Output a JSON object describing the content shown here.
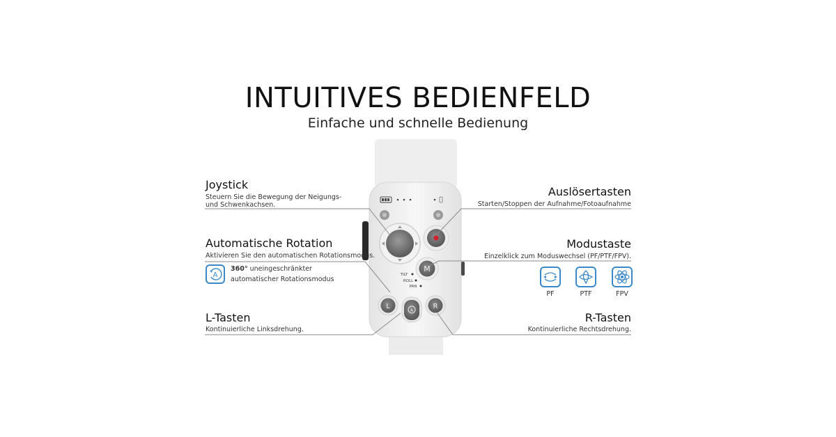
{
  "header": {
    "title": "INTUITIVES BEDIENFELD",
    "subtitle": "Einfache und schnelle Bedienung"
  },
  "callouts": {
    "joystick": {
      "title": "Joystick",
      "desc1": "Steuern Sie die Bewegung der Neigungs-",
      "desc2": "und Schwenkachsen."
    },
    "rotation": {
      "title": "Automatische Rotation",
      "desc": "Aktivieren Sie den automatischen Rotationsmodus.",
      "feature_bold": "360°",
      "feature1": " uneingeschränkter",
      "feature2": "automatischer Rotationsmodus"
    },
    "l_keys": {
      "title": "L-Tasten",
      "desc": "Kontinuierliche Linksdrehung."
    },
    "shutter": {
      "title": "Auslösertasten",
      "desc": "Starten/Stoppen der Aufnahme/Fotoaufnahme"
    },
    "mode": {
      "title": "Modustaste",
      "desc": "Einzelklick zum Moduswechsel (PF/PTF/FPV)."
    },
    "r_keys": {
      "title": "R-Tasten",
      "desc": "Kontinuierliche Rechtsdrehung."
    }
  },
  "modes": [
    {
      "label": "PF",
      "icon": "pf-mode-icon"
    },
    {
      "label": "PTF",
      "icon": "ptf-mode-icon"
    },
    {
      "label": "FPV",
      "icon": "fpv-mode-icon"
    }
  ],
  "device": {
    "mode_button": "M",
    "left_button": "L",
    "right_button": "R",
    "axis_labels": [
      "TILT",
      "ROLL",
      "PAN"
    ]
  },
  "colors": {
    "accent_blue": "#3a88c8",
    "record_red": "#d0202c",
    "button_gray": "#6e6e6e"
  }
}
